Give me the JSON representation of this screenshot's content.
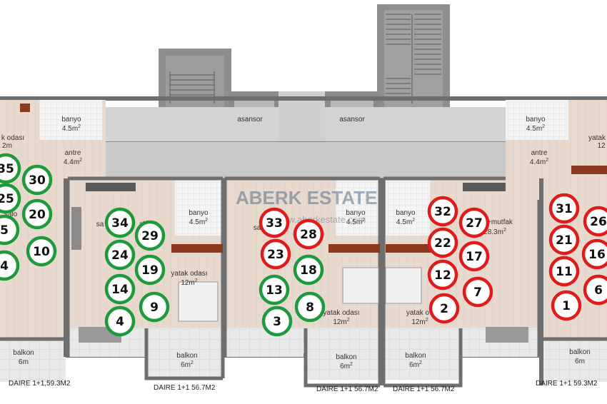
{
  "rooms": {
    "banyo": "banyo",
    "banyo_area": "4.5m",
    "asansor": "asansor",
    "antre": "antre",
    "antre_area": "4.4m",
    "yatak_odasi": "yatak odası",
    "yatak_area_a": "12m",
    "yatak_area_b": "12m",
    "balkon": "balkon",
    "balkon_6m": "6m",
    "balkon_6m2": "6m",
    "salon_mutfak_partial": "+mutfak",
    "salon_area": "28.3m",
    "sup2": "2"
  },
  "fragments": {
    "left_yatak": "k odası",
    "left_yatak_area": "2m",
    "left_salon": "salo",
    "sal_34": "sa",
    "sal_34_end": "ak",
    "sal_33": "sa",
    "right_yatak": "yatak",
    "right_yatak_area": "12",
    "right_24": "24",
    "yatak_o": "yatak o"
  },
  "units": {
    "u1": "DAIRE 1+1,59.3M2",
    "u2": "DAIRE 1+1 56.7M2",
    "u3": "DAIRE 1+1 56.7M2",
    "u4": "DAIRE 1+1 56.7M2",
    "u5": "DAIRE 1+1 59.3M2"
  },
  "watermark": {
    "brand": "ABERK ESTATE",
    "url": "www.aberkestate.com"
  },
  "colors": {
    "available": "#1e9a3c",
    "sold": "#e01b1b"
  },
  "badges": [
    {
      "n": "35",
      "s": "available"
    },
    {
      "n": "30",
      "s": "available"
    },
    {
      "n": "25",
      "s": "available"
    },
    {
      "n": "20",
      "s": "available"
    },
    {
      "n": "5",
      "s": "available"
    },
    {
      "n": "10",
      "s": "available"
    },
    {
      "n": "4",
      "s": "available"
    },
    {
      "n": "34",
      "s": "available"
    },
    {
      "n": "29",
      "s": "available"
    },
    {
      "n": "24",
      "s": "available"
    },
    {
      "n": "19",
      "s": "available"
    },
    {
      "n": "14",
      "s": "available"
    },
    {
      "n": "9",
      "s": "available"
    },
    {
      "n": "4",
      "s": "available"
    },
    {
      "n": "33",
      "s": "sold"
    },
    {
      "n": "28",
      "s": "sold"
    },
    {
      "n": "23",
      "s": "sold"
    },
    {
      "n": "18",
      "s": "available"
    },
    {
      "n": "13",
      "s": "available"
    },
    {
      "n": "8",
      "s": "available"
    },
    {
      "n": "3",
      "s": "available"
    },
    {
      "n": "32",
      "s": "sold"
    },
    {
      "n": "27",
      "s": "sold"
    },
    {
      "n": "22",
      "s": "sold"
    },
    {
      "n": "17",
      "s": "sold"
    },
    {
      "n": "12",
      "s": "sold"
    },
    {
      "n": "7",
      "s": "sold"
    },
    {
      "n": "2",
      "s": "sold"
    },
    {
      "n": "31",
      "s": "sold"
    },
    {
      "n": "26",
      "s": "sold"
    },
    {
      "n": "21",
      "s": "sold"
    },
    {
      "n": "16",
      "s": "sold"
    },
    {
      "n": "11",
      "s": "sold"
    },
    {
      "n": "6",
      "s": "sold"
    },
    {
      "n": "1",
      "s": "sold"
    }
  ]
}
